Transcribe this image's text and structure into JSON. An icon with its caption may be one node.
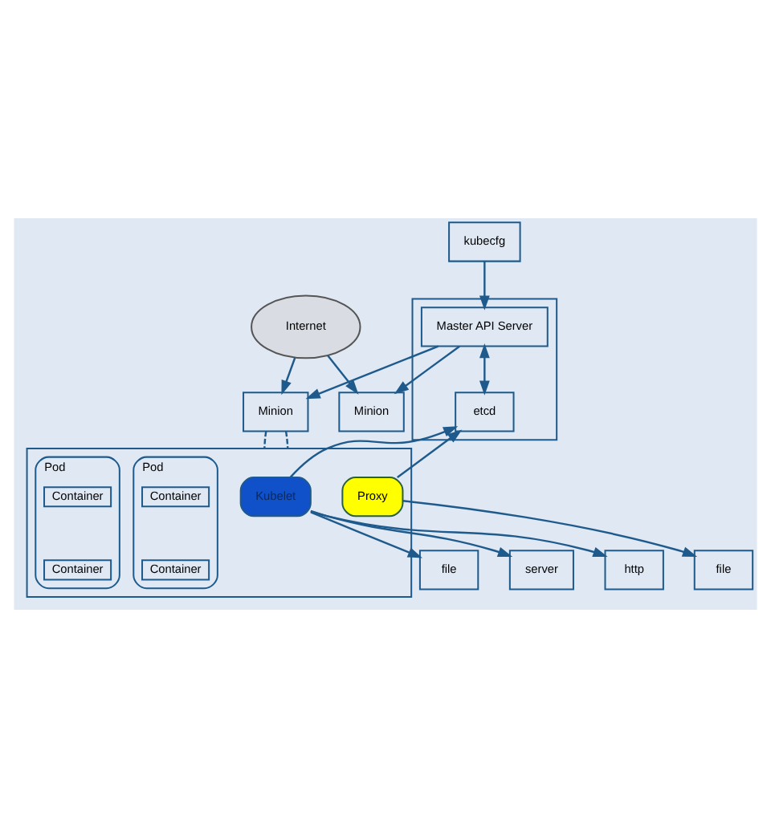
{
  "diagram": {
    "nodes": [
      {
        "text": [
          "Internet"
        ]
      },
      {
        "text": [
          "kubecfg"
        ]
      },
      {
        "text": [],
        "shape": "box"
      },
      {
        "text": [
          "Master API Server"
        ],
        "in": 2
      },
      {
        "text": [
          "etcd"
        ],
        "in": 2
      },
      {
        "text": [
          "Minion"
        ]
      },
      {
        "text": [
          "Minion"
        ]
      },
      {
        "text": [
          "file"
        ]
      },
      {
        "text": [],
        "shape": "box"
      },
      {
        "text": [
          "Kubelet"
        ],
        "in": 8
      },
      {
        "text": [
          "Proxy"
        ],
        "in": 8
      },
      {
        "text": [
          "Pod"
        ],
        "in": 8
      },
      {
        "text": [
          "Container"
        ],
        "in": 11
      },
      {
        "text": [
          "Container"
        ],
        "in": 11
      },
      {
        "text": [
          "Pod"
        ],
        "in": 8
      },
      {
        "text": [
          "Container"
        ],
        "in": 14
      },
      {
        "text": [
          "Container"
        ],
        "in": 14
      },
      {
        "text": [
          "file"
        ]
      },
      {
        "text": [
          "server"
        ]
      },
      {
        "text": [
          "http"
        ]
      }
    ],
    "edges": [
      {
        "from": 0,
        "to": 5,
        "arrow": "to"
      },
      {
        "from": 0,
        "to": 6,
        "arrow": "to"
      },
      {
        "from": 1,
        "to": 3,
        "arrow": "to"
      },
      {
        "from": 3,
        "to": 5,
        "arrow": "to"
      },
      {
        "from": 3,
        "to": 6,
        "arrow": "to"
      },
      {
        "from": 3,
        "to": 4,
        "arrow": "both"
      },
      {
        "from": 6,
        "to": 8,
        "arrow": "none",
        "style": "dashed"
      },
      {
        "from": 6,
        "to": 8,
        "arrow": "none",
        "style": "dashed"
      },
      {
        "from": 9,
        "to": 4,
        "arrow": "to"
      },
      {
        "from": 10,
        "to": 4,
        "arrow": "to"
      },
      {
        "from": 10,
        "to": 7,
        "arrow": "to"
      },
      {
        "from": 9,
        "to": 17,
        "arrow": "to"
      },
      {
        "from": 9,
        "to": 18,
        "arrow": "to"
      },
      {
        "from": 9,
        "to": 19,
        "arrow": "to"
      }
    ]
  }
}
